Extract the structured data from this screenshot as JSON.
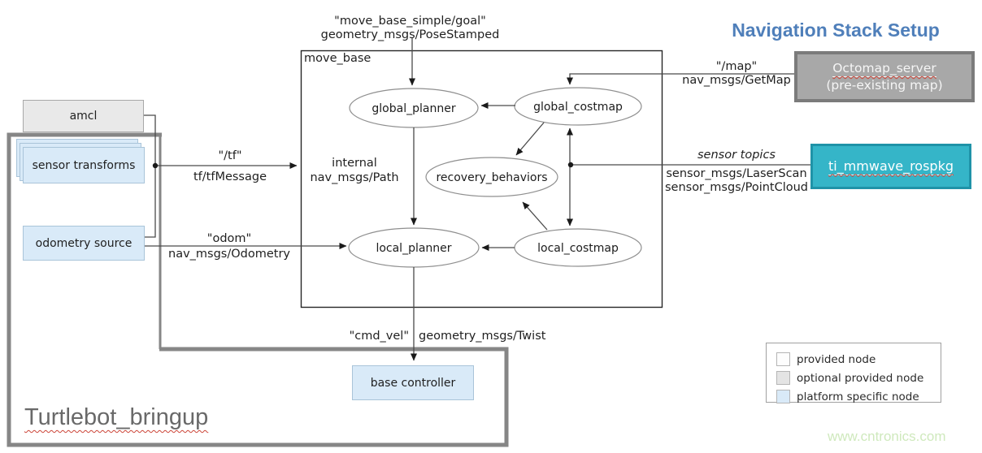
{
  "title": "Navigation Stack Setup",
  "watermark": "www.cntronics.com",
  "groups": {
    "move_base": "move_base",
    "turtlebot_bringup": "Turtlebot_bringup"
  },
  "nodes": {
    "amcl": "amcl",
    "sensor_transforms": "sensor transforms",
    "odometry_source": "odometry source",
    "base_controller": "base controller",
    "global_planner": "global_planner",
    "global_costmap": "global_costmap",
    "recovery_behaviors": "recovery_behaviors",
    "local_planner": "local_planner",
    "local_costmap": "local_costmap",
    "octomap_server": "Octomap_server",
    "octomap_server_subtitle": "(pre-existing map)",
    "ti_mmwave_rospkg": "ti_mmwave_rospkg"
  },
  "edge_labels": {
    "goal_topic": "\"move_base_simple/goal\"",
    "goal_type": "geometry_msgs/PoseStamped",
    "map_topic": "\"/map\"",
    "map_type": "nav_msgs/GetMap",
    "tf_topic": "\"/tf\"",
    "tf_type": "tf/tfMessage",
    "odom_topic": "\"odom\"",
    "odom_type": "nav_msgs/Odometry",
    "internal_label": "internal",
    "internal_type": "nav_msgs/Path",
    "sensor_topics_label": "sensor topics",
    "sensor_type_laser": "sensor_msgs/LaserScan",
    "sensor_type_pointcloud": "sensor_msgs/PointCloud",
    "cmd_topic": "\"cmd_vel\"",
    "cmd_type": "geometry_msgs/Twist"
  },
  "legend": {
    "items": [
      {
        "label": "provided node",
        "color": "#fdfdfd"
      },
      {
        "label": "optional provided node",
        "color": "#e4e4e4"
      },
      {
        "label": "platform specific node",
        "color": "#d9eaf8"
      }
    ]
  },
  "colors": {
    "title_blue": "#4f7fba",
    "platform_node_blue": "#d9eaf8",
    "optional_node_gray": "#e9e9e9",
    "octomap_fill": "#a8a8a8",
    "ti_mmwave_fill": "#35b5c8",
    "group_border_gray": "#868686",
    "arrow_dark": "#1a1a1a",
    "watermark_green": "#cfe9bd"
  }
}
